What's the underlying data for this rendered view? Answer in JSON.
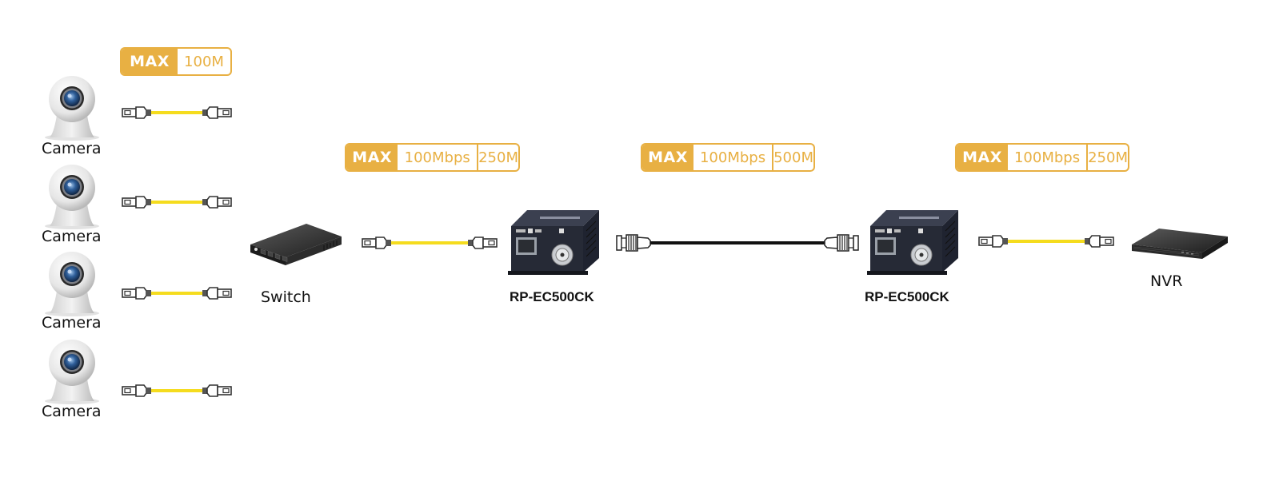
{
  "cameras": [
    {
      "label": "Camera"
    },
    {
      "label": "Camera"
    },
    {
      "label": "Camera"
    },
    {
      "label": "Camera"
    }
  ],
  "badges": {
    "camera_link": {
      "max": "MAX",
      "cells": [
        "100M"
      ]
    },
    "switch_link": {
      "max": "MAX",
      "cells": [
        "100Mbps",
        "250M"
      ]
    },
    "coax_link": {
      "max": "MAX",
      "cells": [
        "100Mbps",
        "500M"
      ]
    },
    "nvr_link": {
      "max": "MAX",
      "cells": [
        "100Mbps",
        "250M"
      ]
    }
  },
  "devices": {
    "switch": {
      "label": "Switch"
    },
    "extender_tx": {
      "label": "RP-EC500CK"
    },
    "extender_rx": {
      "label": "RP-EC500CK"
    },
    "nvr": {
      "label": "NVR"
    }
  },
  "colors": {
    "accent": "#e8b043",
    "cable_yellow": "#f5dc1e",
    "device_dark": "#2b2f3a"
  },
  "icons": {
    "camera": "webcam-icon",
    "ethernet_cable": "rj45-cable-icon",
    "coax_cable": "bnc-cable-icon",
    "switch": "network-switch-icon",
    "extender": "ethernet-extender-icon",
    "nvr": "nvr-icon"
  }
}
